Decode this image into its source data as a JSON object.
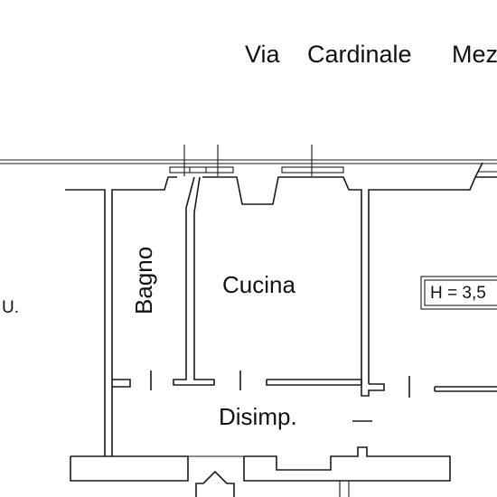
{
  "street": {
    "word_via": "Via",
    "word_cardinale": "Cardinale",
    "word_mez": "Mez"
  },
  "rooms": {
    "bagno": "Bagno",
    "cucina": "Cucina",
    "disimp": "Disimp."
  },
  "height_tag": "H = 3,5",
  "left_fragment": "U.",
  "colors": {
    "line": "#1a1a1a",
    "background": "#ffffff"
  }
}
